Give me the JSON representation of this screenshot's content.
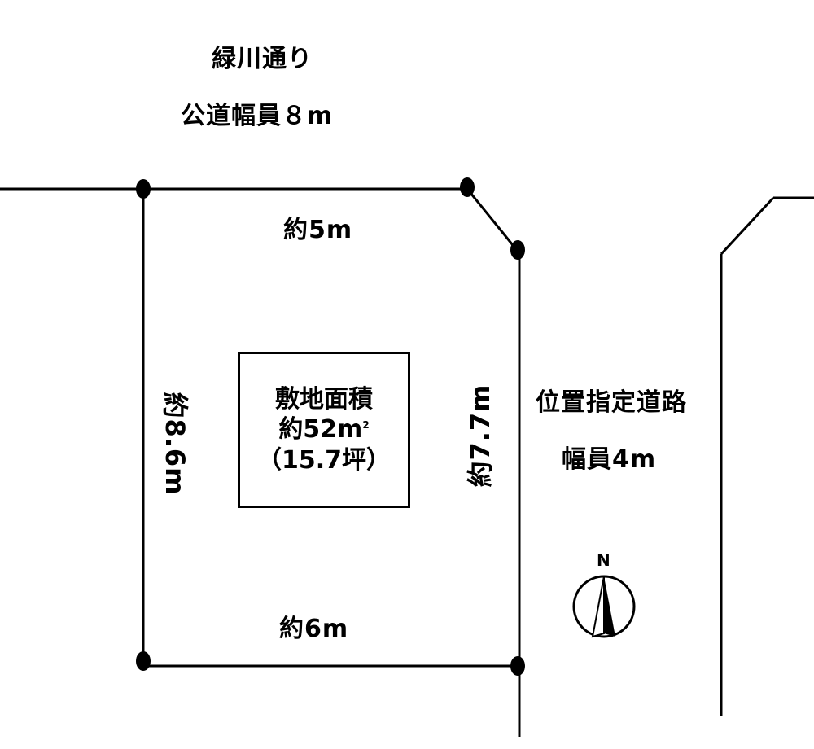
{
  "street": {
    "name": "緑川通り",
    "width": "公道幅員８m"
  },
  "dimensions": {
    "top": "約5m",
    "bottom": "約6m",
    "left": "約8.6m",
    "right": "約7.7m"
  },
  "area": {
    "title": "敷地面積",
    "size": "約52m",
    "size_unit_mark": "2",
    "tsubo": "（15.7坪）"
  },
  "side_road": {
    "name": "位置指定道路",
    "width": "幅員4m"
  },
  "compass": {
    "label": "N"
  },
  "colors": {
    "line": "#000000",
    "background": "#ffffff"
  }
}
